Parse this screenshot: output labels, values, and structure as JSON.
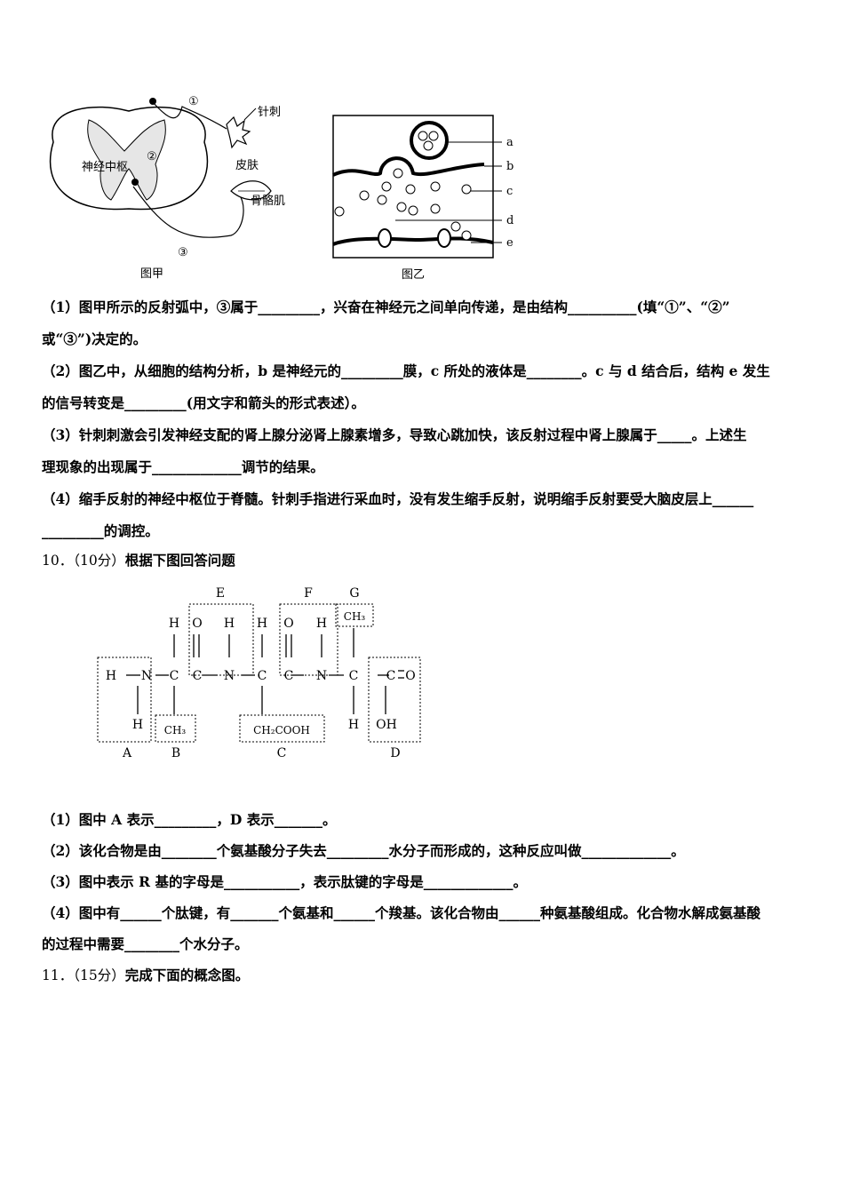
{
  "figure1": {
    "jia": {
      "center_label": "神经中枢",
      "marker_1": "①",
      "marker_2": "②",
      "marker_3": "③",
      "needle": "针刺",
      "skin": "皮肤",
      "muscle": "骨骼肌",
      "caption": "图甲"
    },
    "yi": {
      "a": "a",
      "b": "b",
      "c": "c",
      "d": "d",
      "e": "e",
      "caption": "图乙"
    }
  },
  "q9": {
    "p1_l1": "（1）图甲所示的反射弧中，③属于_________，兴奋在神经元之间单向传递，是由结构__________(填“①”、“②”",
    "p1_l2": "或“③”)决定的。",
    "p2_l1": "（2）图乙中，从细胞的结构分析，b 是神经元的_________膜，c 所处的液体是________。c 与 d 结合后，结构 e 发生",
    "p2_l2": "的信号转变是_________(用文字和箭头的形式表述）。",
    "p3_l1": "（3）针刺刺激会引发神经支配的肾上腺分泌肾上腺素增多，导致心跳加快，该反射过程中肾上腺属于_____。上述生",
    "p3_l2": "理现象的出现属于_____________调节的结果。",
    "p4_l1": "（4）缩手反射的神经中枢位于脊髓。针刺手指进行采血时，没有发生缩手反射，说明缩手反射要受大脑皮层上______",
    "p4_l2": "_________的调控。"
  },
  "q10": {
    "number": "10．",
    "score": "（10分）",
    "stem": "根据下图回答问题",
    "figure": {
      "box_labels": [
        "A",
        "B",
        "C",
        "D",
        "E",
        "F",
        "G"
      ],
      "H": "H",
      "N": "N",
      "C": "C",
      "O": "O",
      "CH3": "CH₃",
      "CH2COOH": "CH₂COOH",
      "OH": "OH"
    },
    "p1": "（1）图中 A 表示_________，D 表示_______。",
    "p2": "（2）该化合物是由________个氨基酸分子失去_________水分子而形成的，这种反应叫做_____________。",
    "p3": "（3）图中表示 R 基的字母是___________，表示肽键的字母是_____________。",
    "p4_l1": "（4）图中有______个肽键，有_______个氨基和______个羧基。该化合物由______种氨基酸组成。化合物水解成氨基酸",
    "p4_l2": "的过程中需要________个水分子。"
  },
  "q11": {
    "number": "11．",
    "score": "（15分）",
    "stem": "完成下面的概念图。"
  }
}
